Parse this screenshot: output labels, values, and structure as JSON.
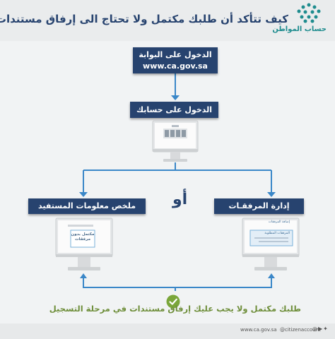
{
  "header": {
    "title": "كيف تتأكد أن طلبك مكتمل ولا تحتاج الى إرفاق مستندات؟",
    "logo_name": "حساب المواطن"
  },
  "steps": {
    "portal_line1": "الدخول على البوابة",
    "portal_line2": "www.ca.gov.sa",
    "account": "الدخول على حسابك",
    "summary": "ملخص معلومات المستفيد",
    "attachments": "إدارة المرفقـات",
    "or": "أو"
  },
  "screens": {
    "summary_badge_line1": "مكتمل بدون",
    "summary_badge_line2": "مرفقات",
    "attachments_title": "إضافة المرفقات",
    "attachments_text": "المرفقات المطلوبة"
  },
  "footer": {
    "message": "طلبك مكتمل ولا يجب عليك إرفاق مستندات في مرحلة التسجيل",
    "url": "www.ca.gov.sa",
    "handle": "@citizenaccount"
  },
  "colors": {
    "primary": "#27436f",
    "accent": "#1e8c8e",
    "success": "#7aa63a",
    "connector": "#3a87c8"
  }
}
